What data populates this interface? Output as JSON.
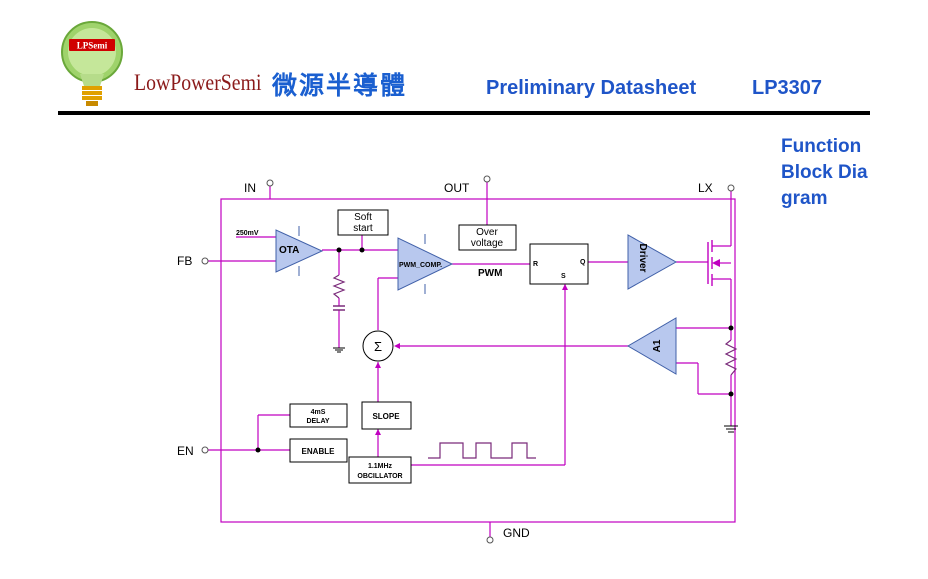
{
  "header": {
    "logo_badge": "LPSemi",
    "brand_name_en": "LowPowerSemi",
    "brand_name_zh": "微源半導體",
    "document_type": "Preliminary Datasheet",
    "part_number": "LP3307"
  },
  "section": {
    "title": "Function Block Diagram"
  },
  "diagram": {
    "pins": {
      "in": "IN",
      "out": "OUT",
      "lx": "LX",
      "fb": "FB",
      "en": "EN",
      "gnd": "GND"
    },
    "blocks": {
      "ota": "OTA",
      "ref_voltage": "250mV",
      "soft_start_line1": "Soft",
      "soft_start_line2": "start",
      "over_voltage_line1": "Over",
      "over_voltage_line2": "voltage",
      "pwm_comp": "PWM_COMP.",
      "pwm": "PWM",
      "latch_r": "R",
      "latch_s": "S",
      "latch_q": "Q",
      "driver": "Driver",
      "amp_a1": "A1",
      "summer": "Σ",
      "delay_line1": "4mS",
      "delay_line2": "DELAY",
      "slope": "SLOPE",
      "enable": "ENABLE",
      "oscillator_line1": "1.1MHz",
      "oscillator_line2": "OBCILLATOR"
    }
  },
  "colors": {
    "brand_blue": "#1f55c8",
    "brand_red": "#8b1a1a",
    "wire_magenta": "#c000c0",
    "block_fill": "#b8c8ee",
    "block_stroke": "#4060a8"
  }
}
